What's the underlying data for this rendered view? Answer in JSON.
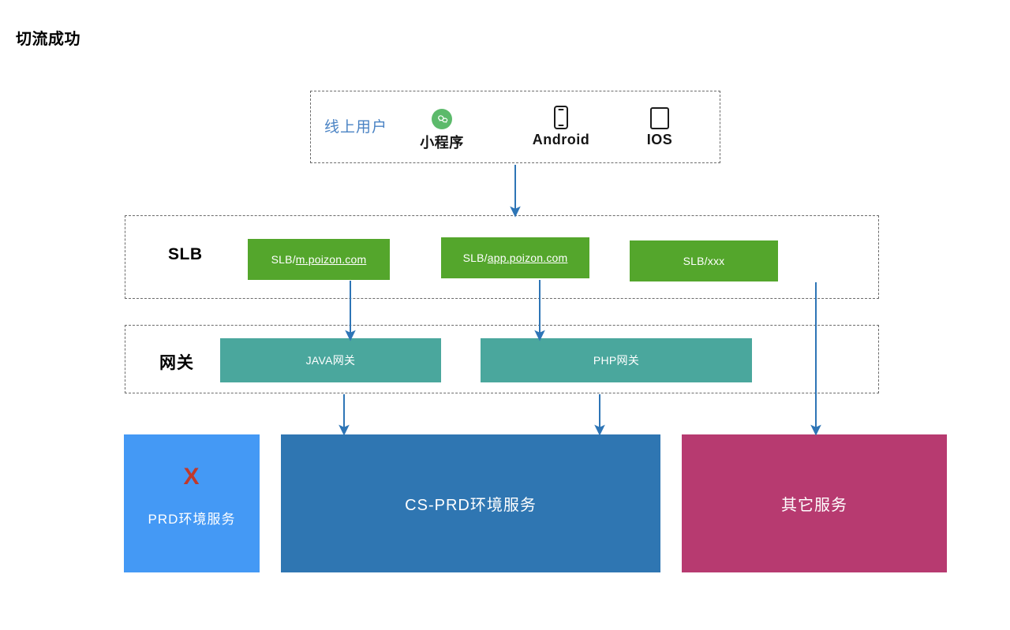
{
  "page": {
    "title": "切流成功",
    "background": "#ffffff"
  },
  "colors": {
    "slb_box": "#54a62c",
    "gateway_box": "#4aa79d",
    "service_prd": "#4499f5",
    "service_cs_prd": "#2f76b2",
    "service_other": "#b73a70",
    "arrow": "#2e75b6",
    "dashed_border": "#6b6b6b",
    "online_users_label": "#4a83c4",
    "x_mark": "#c0392b"
  },
  "users_group": {
    "label": "线上用户",
    "clients": [
      {
        "label": "小程序",
        "icon": "wechat-miniprogram-icon"
      },
      {
        "label": "Android",
        "icon": "android-phone-icon"
      },
      {
        "label": "IOS",
        "icon": "ios-tablet-icon"
      }
    ]
  },
  "slb_group": {
    "label": "SLB",
    "nodes": [
      {
        "prefix": "SLB/",
        "link": "m.poizon.com",
        "full": "SLB/m.poizon.com"
      },
      {
        "prefix": "SLB/",
        "link": "app.poizon.com",
        "full": "SLB/app.poizon.com"
      },
      {
        "prefix": "SLB/xxx",
        "link": "",
        "full": "SLB/xxx"
      }
    ]
  },
  "gateway_group": {
    "label": "网关",
    "nodes": [
      {
        "label": "JAVA网关"
      },
      {
        "label": "PHP网关"
      }
    ]
  },
  "services": [
    {
      "label": "PRD环境服务",
      "marker": "X",
      "disabled": true
    },
    {
      "label": "CS-PRD环境服务",
      "marker": "",
      "disabled": false
    },
    {
      "label": "其它服务",
      "marker": "",
      "disabled": false
    }
  ],
  "connections": [
    {
      "from": "users-group",
      "to": "slb-group"
    },
    {
      "from": "slb-m-poizon",
      "to": "java-gateway"
    },
    {
      "from": "slb-app-poizon",
      "to": "php-gateway"
    },
    {
      "from": "java-gateway",
      "to": "cs-prd-service"
    },
    {
      "from": "php-gateway",
      "to": "cs-prd-service"
    },
    {
      "from": "slb-xxx",
      "to": "other-service"
    }
  ]
}
